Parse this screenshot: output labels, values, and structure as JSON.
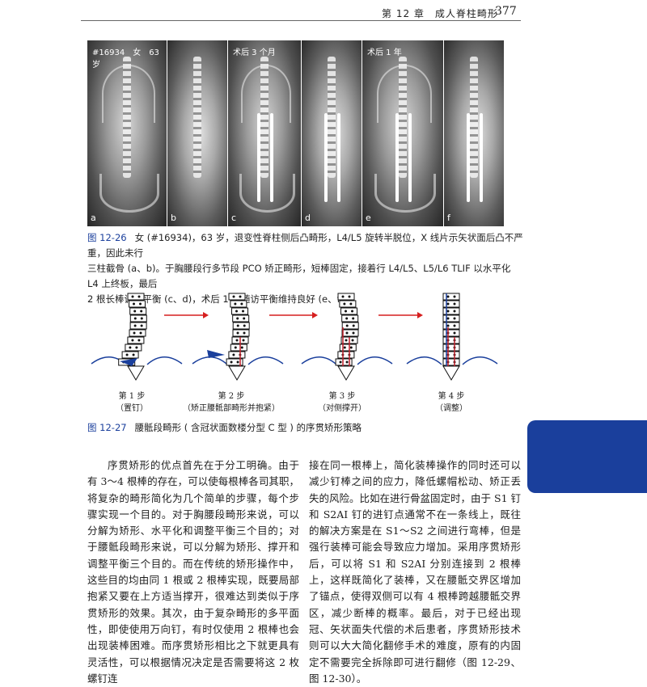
{
  "header": {
    "chapter": "第 12 章　成人脊柱畸形",
    "page": "377"
  },
  "xrays": [
    {
      "letter": "a",
      "label": "#16934　女　63 岁",
      "view": "ap",
      "rods": false
    },
    {
      "letter": "b",
      "label": "",
      "view": "lateral",
      "rods": false
    },
    {
      "letter": "c",
      "label": "术后 3 个月",
      "view": "ap",
      "rods": true
    },
    {
      "letter": "d",
      "label": "",
      "view": "lateral",
      "rods": true
    },
    {
      "letter": "e",
      "label": "术后 1 年",
      "view": "ap",
      "rods": true
    },
    {
      "letter": "f",
      "label": "",
      "view": "lateral",
      "rods": true
    }
  ],
  "figure_26": {
    "number": "图 12-26",
    "lines": [
      "女 (#16934)，63 岁，退变性脊柱侧后凸畸形，L4/L5 旋转半脱位，X 线片示矢状面后凸不严重，因此未行",
      "三柱截骨 (a、b)。于胸腰段行多节段 PCO 矫正畸形，短棒固定，接着行 L4/L5、L5/L6 TLIF 以水平化 L4 上终板，最后",
      "2 根长棒调整平衡 (c、d)，术后 1 年随访平衡维持良好 (e、f)"
    ]
  },
  "diagram_steps": [
    {
      "step": "第 1 步",
      "desc": "（置钉）"
    },
    {
      "step": "第 2 步",
      "desc": "（矫正腰骶部畸形并抱紧）"
    },
    {
      "step": "第 3 步",
      "desc": "（对侧撑开）"
    },
    {
      "step": "第 4 步",
      "desc": "（调整）"
    }
  ],
  "figure_27": {
    "number": "图 12-27",
    "text": "腰骶段畸形 ( 含冠状面数楼分型 C 型 ) 的序贯矫形策略"
  },
  "body": {
    "left": "序贯矫形的优点首先在于分工明确。由于有 3～4 根棒的存在，可以使每根棒各司其职，将复杂的畸形简化为几个简单的步骤，每个步骤实现一个目的。对于胸腰段畸形来说，可以分解为矫形、水平化和调整平衡三个目的；对于腰骶段畸形来说，可以分解为矫形、撑开和调整平衡三个目的。而在传统的矫形操作中，这些目的均由同 1 根或 2 根棒实现，既要局部抱紧又要在上方适当撑开，很难达到类似于序贯矫形的效果。其次，由于复杂畸形的多平面性，即使使用万向钉，有时仅使用 2 根棒也会出现装棒困难。而序贯矫形相比之下就更具有灵活性，可以根据情况决定是否需要将这 2 枚螺钉连",
    "right": "接在同一根棒上，简化装棒操作的同时还可以减少钉棒之间的应力，降低螺帽松动、矫正丢失的风险。比如在进行骨盆固定时，由于 S1 钉和 S2AI 钉的进钉点通常不在一条线上，既往的解决方案是在 S1～S2 之间进行弯棒，但是强行装棒可能会导致应力增加。采用序贯矫形后，可以将 S1 和 S2AI 分别连接到 2 根棒上，这样既简化了装棒，又在腰骶交界区增加了锚点，使得双侧可以有 4 根棒跨越腰骶交界区，减少断棒的概率。最后，对于已经出现冠、矢状面失代偿的术后患者，序贯矫形技术则可以大大简化翻修手术的难度，原有的内固定不需要完全拆除即可进行翻修（图 12-29、图 12-30）。"
  },
  "colors": {
    "accent": "#1a3f9c",
    "arrow": "#d61f1f",
    "rod": "#c0202a"
  }
}
